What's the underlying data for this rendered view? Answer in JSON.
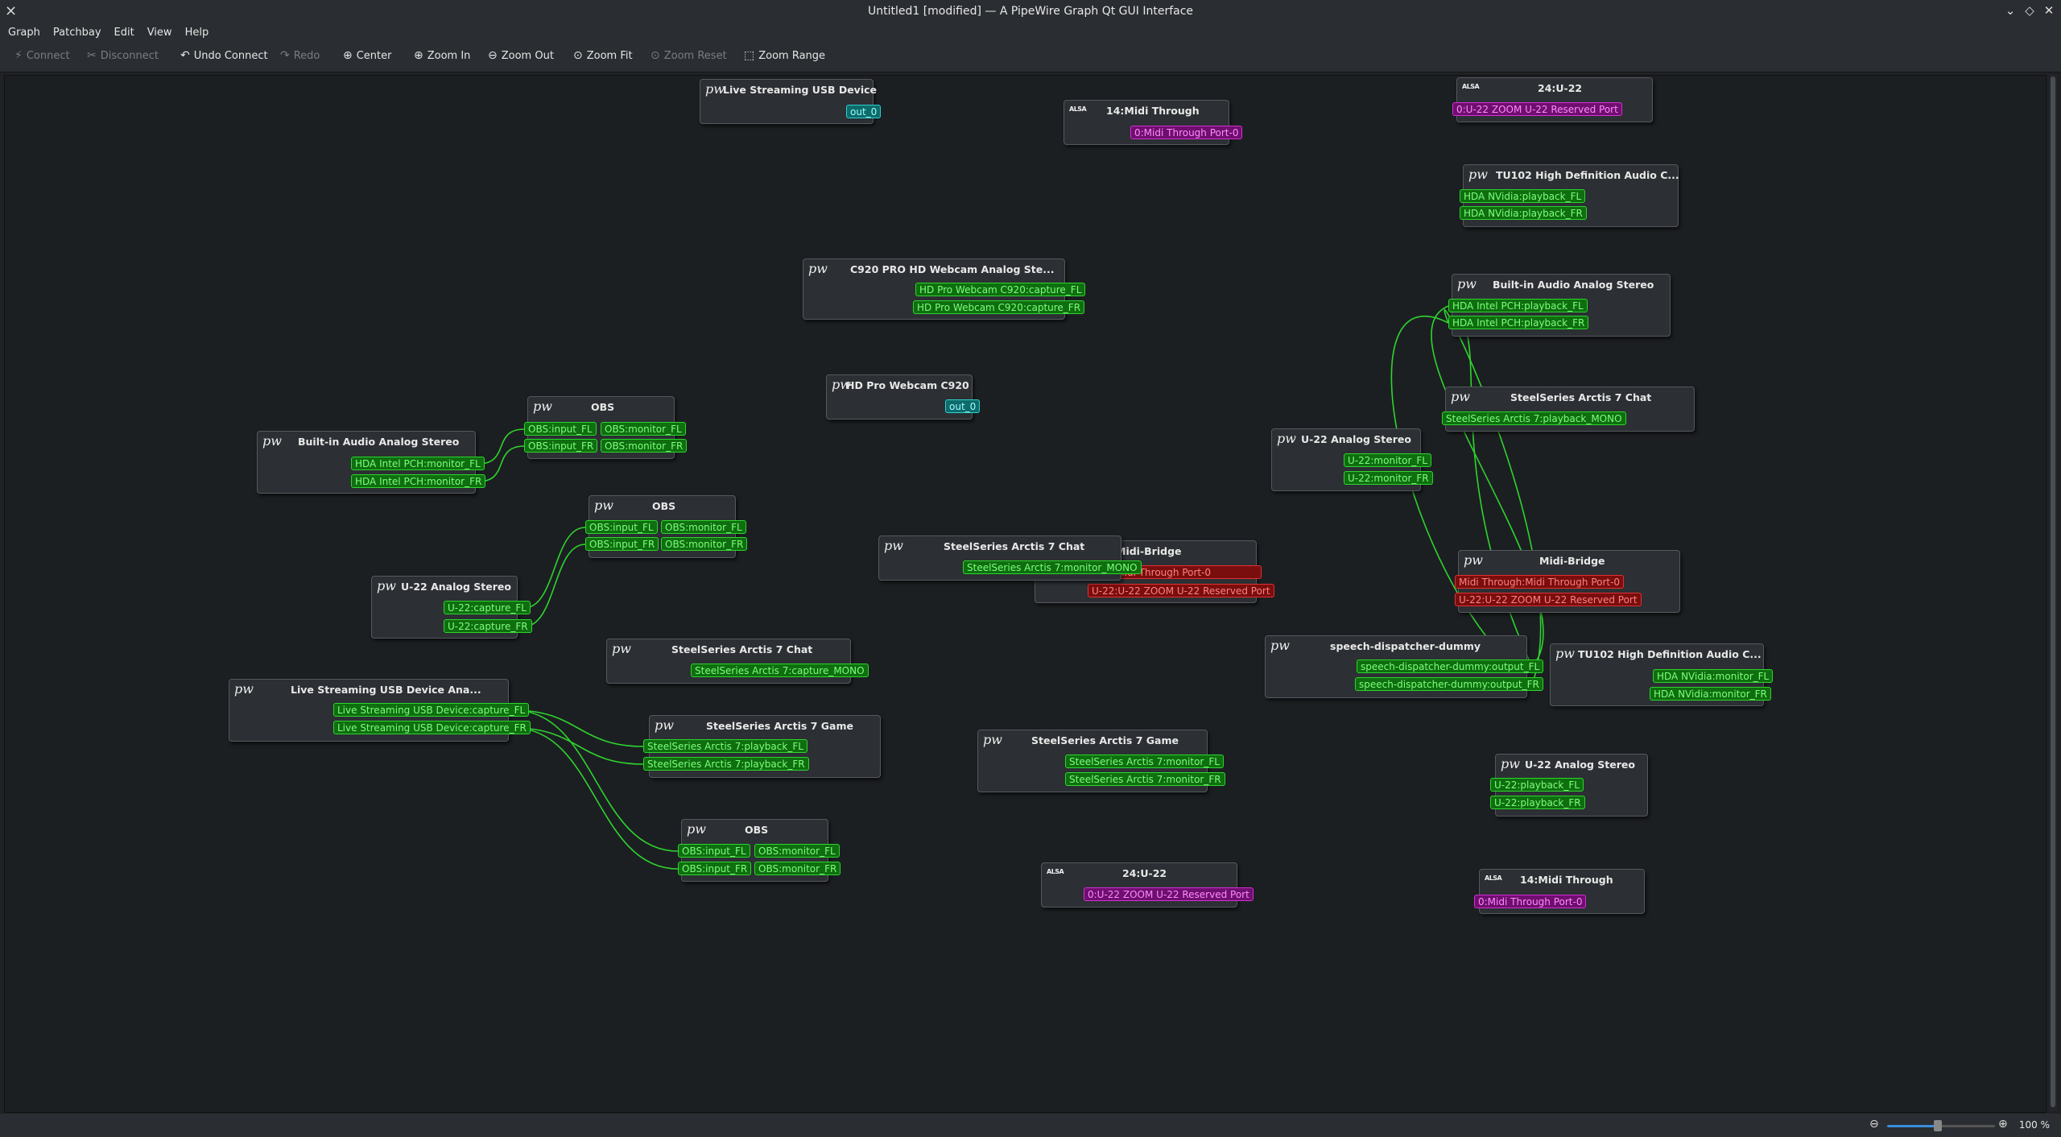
{
  "window": {
    "title": "Untitled1 [modified] — A PipeWire Graph Qt GUI Interface"
  },
  "menu": [
    "Graph",
    "Patchbay",
    "Edit",
    "View",
    "Help"
  ],
  "toolbar": [
    {
      "label": "Connect",
      "icon": "connect-icon",
      "enabled": false
    },
    {
      "label": "Disconnect",
      "icon": "disconnect-icon",
      "enabled": false
    },
    {
      "label": "Undo Connect",
      "icon": "undo-icon",
      "enabled": true
    },
    {
      "label": "Redo",
      "icon": "redo-icon",
      "enabled": false
    },
    {
      "label": "Center",
      "icon": "center-icon",
      "enabled": true
    },
    {
      "label": "Zoom In",
      "icon": "zoom-in-icon",
      "enabled": true
    },
    {
      "label": "Zoom Out",
      "icon": "zoom-out-icon",
      "enabled": true
    },
    {
      "label": "Zoom Fit",
      "icon": "zoom-fit-icon",
      "enabled": true
    },
    {
      "label": "Zoom Reset",
      "icon": "zoom-reset-icon",
      "enabled": false
    },
    {
      "label": "Zoom Range",
      "icon": "zoom-range-icon",
      "enabled": true
    }
  ],
  "nodes": [
    {
      "id": "n1",
      "title": "Live Streaming USB Device",
      "icon": "pw",
      "ports": [
        {
          "label": "out_0",
          "kind": "video"
        }
      ]
    },
    {
      "id": "n2",
      "title": "14:Midi Through",
      "icon": "alsa",
      "ports": [
        {
          "label": "0:Midi Through Port-0",
          "kind": "midi"
        }
      ]
    },
    {
      "id": "n3",
      "title": "24:U-22",
      "icon": "alsa",
      "ports": [
        {
          "label": "0:U-22 ZOOM U-22 Reserved Port",
          "kind": "midi"
        }
      ]
    },
    {
      "id": "n4",
      "title": "TU102 High Definition Audio C...",
      "icon": "pw",
      "ports": [
        {
          "label": "HDA NVidia:playback_FL",
          "kind": "audio"
        },
        {
          "label": "HDA NVidia:playback_FR",
          "kind": "audio"
        }
      ]
    },
    {
      "id": "n5",
      "title": "C920 PRO HD Webcam Analog Ste...",
      "icon": "pw",
      "ports": [
        {
          "label": "HD Pro Webcam C920:capture_FL",
          "kind": "audio"
        },
        {
          "label": "HD Pro Webcam C920:capture_FR",
          "kind": "audio"
        }
      ]
    },
    {
      "id": "n6",
      "title": "Built-in Audio Analog Stereo",
      "icon": "pw",
      "ports": [
        {
          "label": "HDA Intel PCH:playback_FL",
          "kind": "audio"
        },
        {
          "label": "HDA Intel PCH:playback_FR",
          "kind": "audio"
        }
      ]
    },
    {
      "id": "n7",
      "title": "HD Pro Webcam C920",
      "icon": "pw",
      "ports": [
        {
          "label": "out_0",
          "kind": "video"
        }
      ]
    },
    {
      "id": "n8",
      "title": "OBS",
      "icon": "pw",
      "ports": [
        {
          "label": "OBS:input_FL",
          "kind": "audio"
        },
        {
          "label": "OBS:input_FR",
          "kind": "audio"
        },
        {
          "label": "OBS:monitor_FL",
          "kind": "audio"
        },
        {
          "label": "OBS:monitor_FR",
          "kind": "audio"
        }
      ]
    },
    {
      "id": "n9",
      "title": "Built-in Audio Analog Stereo",
      "icon": "pw",
      "ports": [
        {
          "label": "HDA Intel PCH:monitor_FL",
          "kind": "audio"
        },
        {
          "label": "HDA Intel PCH:monitor_FR",
          "kind": "audio"
        }
      ]
    },
    {
      "id": "n10",
      "title": "SteelSeries Arctis 7 Chat",
      "icon": "pw",
      "ports": [
        {
          "label": "SteelSeries Arctis 7:playback_MONO",
          "kind": "audio"
        }
      ]
    },
    {
      "id": "n11",
      "title": "U-22 Analog Stereo",
      "icon": "pw",
      "ports": [
        {
          "label": "U-22:monitor_FL",
          "kind": "audio"
        },
        {
          "label": "U-22:monitor_FR",
          "kind": "audio"
        }
      ]
    },
    {
      "id": "n12",
      "title": "OBS",
      "icon": "pw",
      "ports": [
        {
          "label": "OBS:input_FL",
          "kind": "audio"
        },
        {
          "label": "OBS:input_FR",
          "kind": "audio"
        },
        {
          "label": "OBS:monitor_FL",
          "kind": "audio"
        },
        {
          "label": "OBS:monitor_FR",
          "kind": "audio"
        }
      ]
    },
    {
      "id": "n13",
      "title": "Midi-Bridge",
      "icon": "pw",
      "ports": [
        {
          "label": "Midi Through:Midi Through Port-0",
          "kind": "mbridge"
        },
        {
          "label": "U-22:U-22 ZOOM U-22 Reserved Port",
          "kind": "mbridge"
        }
      ]
    },
    {
      "id": "n14",
      "title": "SteelSeries Arctis 7 Chat",
      "icon": "pw",
      "ports": [
        {
          "label": "SteelSeries Arctis 7:monitor_MONO",
          "kind": "audio"
        }
      ]
    },
    {
      "id": "n15",
      "title": "Midi-Bridge",
      "icon": "pw",
      "ports": [
        {
          "label": "Midi Through:Midi Through Port-0",
          "kind": "mbridge"
        },
        {
          "label": "U-22:U-22 ZOOM U-22 Reserved Port",
          "kind": "mbridge"
        }
      ]
    },
    {
      "id": "n16",
      "title": "U-22 Analog Stereo",
      "icon": "pw",
      "ports": [
        {
          "label": "U-22:capture_FL",
          "kind": "audio"
        },
        {
          "label": "U-22:capture_FR",
          "kind": "audio"
        }
      ]
    },
    {
      "id": "n17",
      "title": "speech-dispatcher-dummy",
      "icon": "pw",
      "ports": [
        {
          "label": "speech-dispatcher-dummy:output_FL",
          "kind": "audio"
        },
        {
          "label": "speech-dispatcher-dummy:output_FR",
          "kind": "audio"
        }
      ]
    },
    {
      "id": "n18",
      "title": "TU102 High Definition Audio C...",
      "icon": "pw",
      "ports": [
        {
          "label": "HDA NVidia:monitor_FL",
          "kind": "audio"
        },
        {
          "label": "HDA NVidia:monitor_FR",
          "kind": "audio"
        }
      ]
    },
    {
      "id": "n19",
      "title": "SteelSeries Arctis 7 Chat",
      "icon": "pw",
      "ports": [
        {
          "label": "SteelSeries Arctis 7:capture_MONO",
          "kind": "audio"
        }
      ]
    },
    {
      "id": "n20",
      "title": "Live Streaming USB Device Ana...",
      "icon": "pw",
      "ports": [
        {
          "label": "Live Streaming USB Device:capture_FL",
          "kind": "audio"
        },
        {
          "label": "Live Streaming USB Device:capture_FR",
          "kind": "audio"
        }
      ]
    },
    {
      "id": "n21",
      "title": "SteelSeries Arctis 7 Game",
      "icon": "pw",
      "ports": [
        {
          "label": "SteelSeries Arctis 7:playback_FL",
          "kind": "audio"
        },
        {
          "label": "SteelSeries Arctis 7:playback_FR",
          "kind": "audio"
        }
      ]
    },
    {
      "id": "n22",
      "title": "SteelSeries Arctis 7 Game",
      "icon": "pw",
      "ports": [
        {
          "label": "SteelSeries Arctis 7:monitor_FL",
          "kind": "audio"
        },
        {
          "label": "SteelSeries Arctis 7:monitor_FR",
          "kind": "audio"
        }
      ]
    },
    {
      "id": "n23",
      "title": "U-22 Analog Stereo",
      "icon": "pw",
      "ports": [
        {
          "label": "U-22:playback_FL",
          "kind": "audio"
        },
        {
          "label": "U-22:playback_FR",
          "kind": "audio"
        }
      ]
    },
    {
      "id": "n24",
      "title": "OBS",
      "icon": "pw",
      "ports": [
        {
          "label": "OBS:input_FL",
          "kind": "audio"
        },
        {
          "label": "OBS:input_FR",
          "kind": "audio"
        },
        {
          "label": "OBS:monitor_FL",
          "kind": "audio"
        },
        {
          "label": "OBS:monitor_FR",
          "kind": "audio"
        }
      ]
    },
    {
      "id": "n25",
      "title": "24:U-22",
      "icon": "alsa",
      "ports": [
        {
          "label": "0:U-22 ZOOM U-22 Reserved Port",
          "kind": "midi"
        }
      ]
    },
    {
      "id": "n26",
      "title": "14:Midi Through",
      "icon": "alsa",
      "ports": [
        {
          "label": "0:Midi Through Port-0",
          "kind": "midi"
        }
      ]
    }
  ],
  "status": {
    "zoom": "100 %"
  },
  "colors": {
    "audio": "#2ed42e",
    "video": "#2bd1d1",
    "midi": "#d42ed4",
    "midi_bridge": "#e03030",
    "canvas": "#1c1f22"
  },
  "icons": {
    "pw": "pipewire-icon",
    "alsa": "alsa-icon"
  }
}
